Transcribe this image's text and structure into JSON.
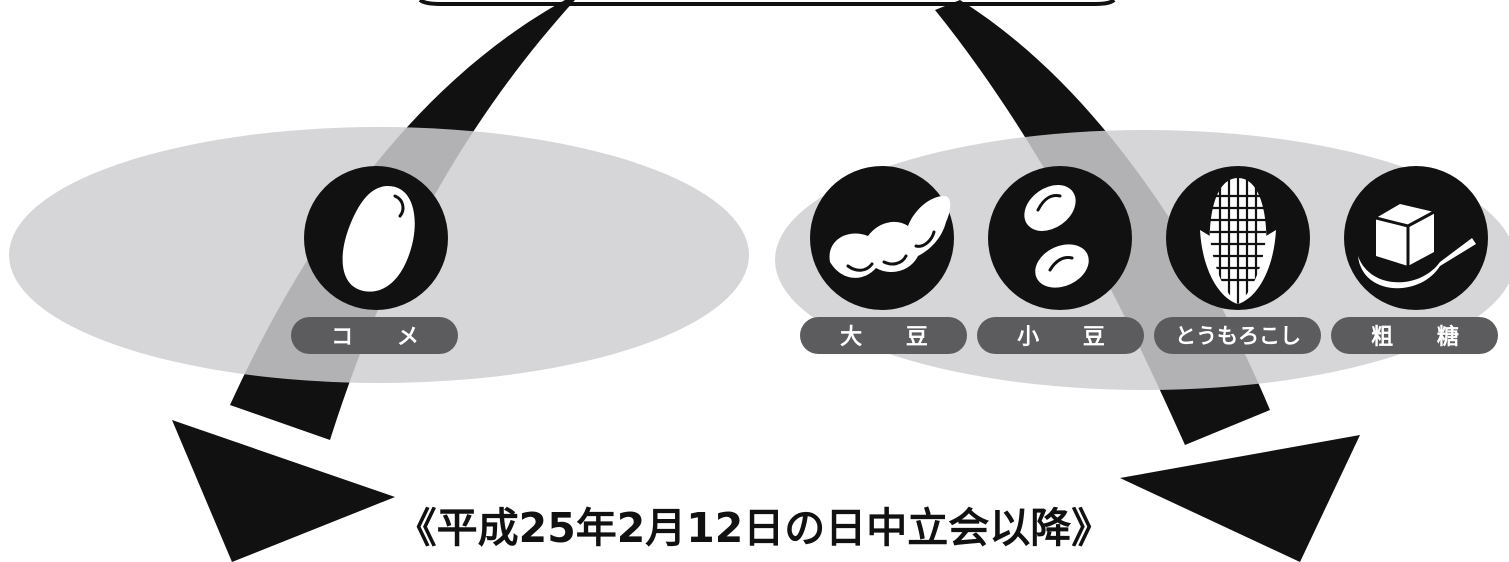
{
  "caption": "《平成25年2月12日の日中立会以降》",
  "left_group": {
    "items": [
      {
        "label": "コ メ",
        "icon": "rice-grain-icon"
      }
    ]
  },
  "right_group": {
    "items": [
      {
        "label": "大 豆",
        "icon": "soybean-pod-icon"
      },
      {
        "label": "小 豆",
        "icon": "azuki-beans-icon"
      },
      {
        "label": "とうもろこし",
        "icon": "corn-icon"
      },
      {
        "label": "粗 糖",
        "icon": "sugar-cube-icon"
      }
    ]
  },
  "colors": {
    "arrow": "#111111",
    "ellipse": "#d4d4d6",
    "circle": "#111111",
    "pill": "#5c5c5e",
    "text": "#ffffff"
  }
}
